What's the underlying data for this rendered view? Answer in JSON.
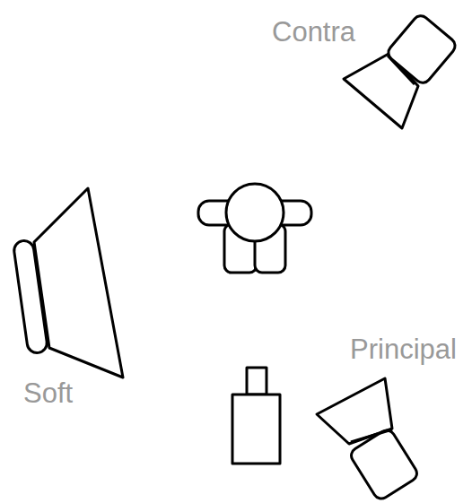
{
  "diagram": {
    "labels": [
      "Contra",
      "Principal",
      "Soft"
    ]
  }
}
